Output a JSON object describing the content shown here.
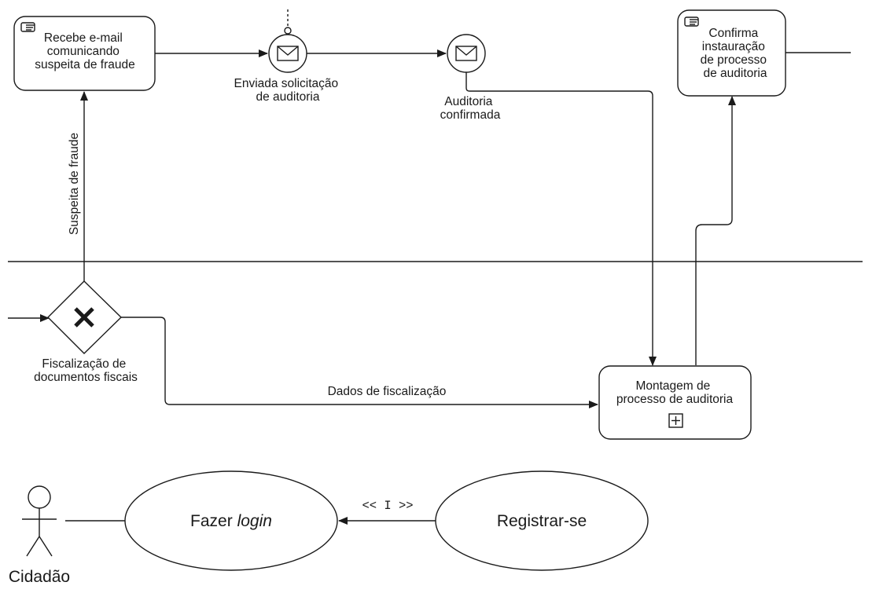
{
  "tasks": {
    "receive_email": [
      "Recebe e-mail",
      "comunicando",
      "suspeita de fraude"
    ],
    "confirm_audit": [
      "Confirma",
      "instauração",
      "de processo",
      "de auditoria"
    ],
    "assembly": [
      "Montagem de",
      "processo de auditoria"
    ]
  },
  "events": {
    "sent_request": [
      "Enviada solicitação",
      "de auditoria"
    ],
    "audit_confirmed": [
      "Auditoria",
      "confirmada"
    ]
  },
  "gateway": {
    "label": [
      "Fiscalização de",
      "documentos fiscais"
    ]
  },
  "flows": {
    "fraud_suspect": "Suspeita de fraude",
    "inspection_data": "Dados de fiscalização"
  },
  "usecase": {
    "actor": "Cidadão",
    "login_prefix": "Fazer ",
    "login_italic": "login",
    "register": "Registrar-se",
    "include": "<< I >>"
  },
  "icons": [
    "hand-task-icon",
    "envelope-icon",
    "exclusive-x-icon",
    "subprocess-plus-icon",
    "stick-figure-icon"
  ]
}
